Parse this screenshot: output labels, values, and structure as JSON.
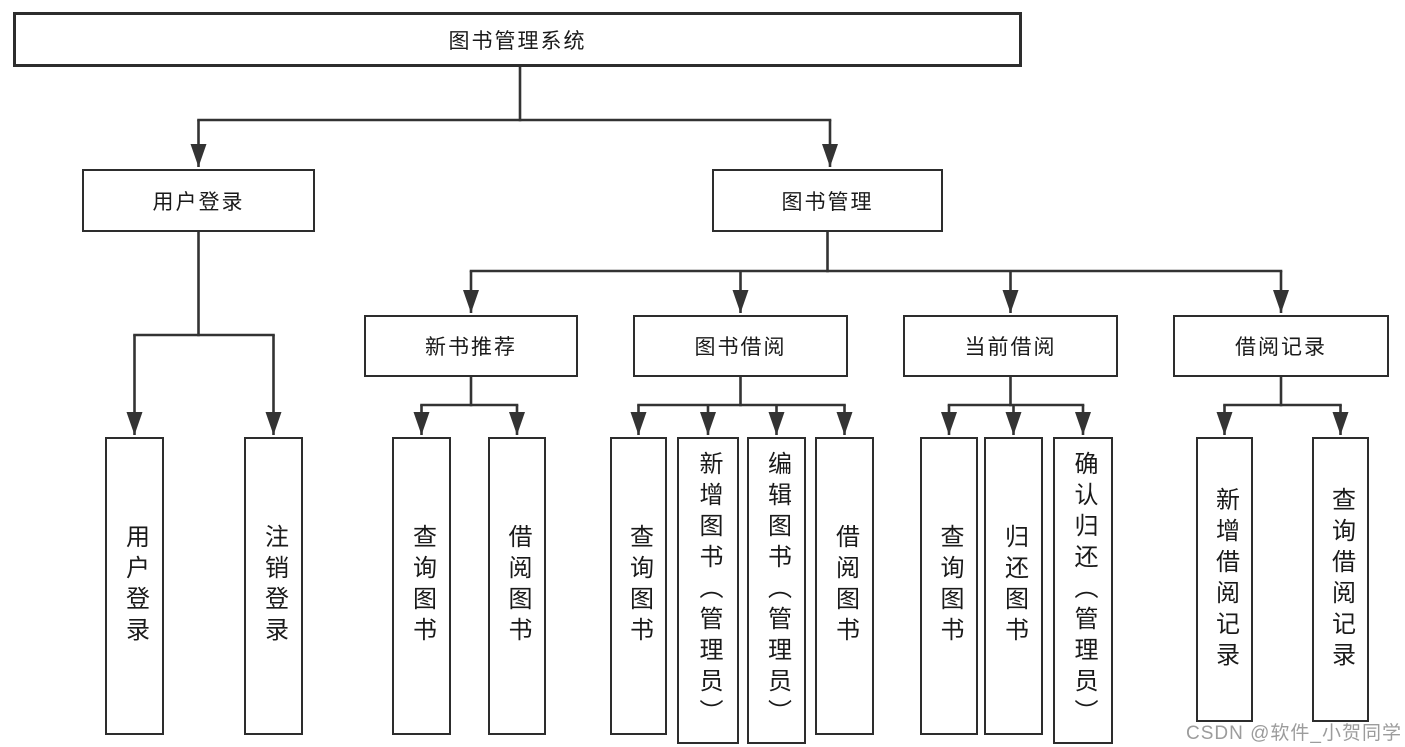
{
  "root": {
    "label": "图书管理系统"
  },
  "branches": [
    {
      "label": "用户登录",
      "children": [
        {
          "label": "用户登录"
        },
        {
          "label": "注销登录"
        }
      ]
    },
    {
      "label": "图书管理",
      "children": [
        {
          "label": "新书推荐",
          "children": [
            {
              "label": "查询图书"
            },
            {
              "label": "借阅图书"
            }
          ]
        },
        {
          "label": "图书借阅",
          "children": [
            {
              "label": "查询图书"
            },
            {
              "label": "新增图书（管理员）"
            },
            {
              "label": "编辑图书（管理员）"
            },
            {
              "label": "借阅图书"
            }
          ]
        },
        {
          "label": "当前借阅",
          "children": [
            {
              "label": "查询图书"
            },
            {
              "label": "归还图书"
            },
            {
              "label": "确认归还（管理员）"
            }
          ]
        },
        {
          "label": "借阅记录",
          "children": [
            {
              "label": "新增借阅记录"
            },
            {
              "label": "查询借阅记录"
            }
          ]
        }
      ]
    }
  ],
  "watermark": "CSDN @软件_小贺同学",
  "colors": {
    "line": "#333333",
    "box_border": "#2d2d2d",
    "text": "#1a1a1a",
    "watermark": "#9c9c9c",
    "background": "#ffffff"
  }
}
